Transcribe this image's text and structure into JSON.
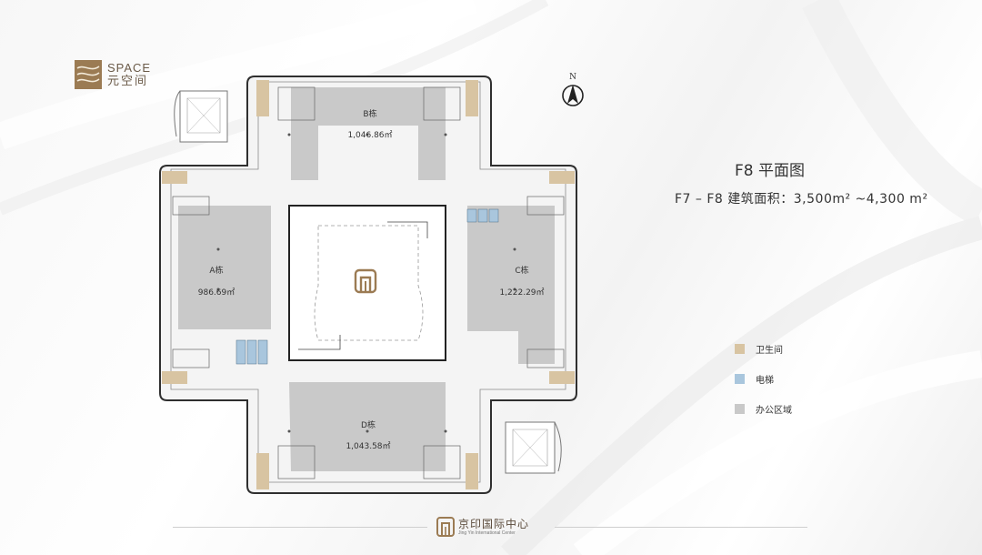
{
  "brand": {
    "name_en": "SPACE",
    "name_cn": "元空间"
  },
  "compass": {
    "label": "N"
  },
  "plan": {
    "title": "F8 平面图",
    "area_text": "F7 – F8 建筑面积：3,500m² ~4,300 m²",
    "blocks": [
      {
        "id": "B",
        "name": "B栋",
        "area": "1,046.86㎡"
      },
      {
        "id": "A",
        "name": "A栋",
        "area": "986.69㎡"
      },
      {
        "id": "C",
        "name": "C栋",
        "area": "1,222.29㎡"
      },
      {
        "id": "D",
        "name": "D栋",
        "area": "1,043.58㎡"
      }
    ]
  },
  "legend": [
    {
      "label": "卫生间",
      "color": "#d8c4a2"
    },
    {
      "label": "电梯",
      "color": "#a9c6dd"
    },
    {
      "label": "办公区域",
      "color": "#c9c9c9"
    }
  ],
  "footer": {
    "name_cn": "京印国际中心",
    "name_en": "Jing Yin International Center"
  },
  "colors": {
    "office": "#c9c9c9",
    "restroom": "#d8c4a2",
    "elevator": "#a9c6dd",
    "brand": "#9b7b53"
  }
}
